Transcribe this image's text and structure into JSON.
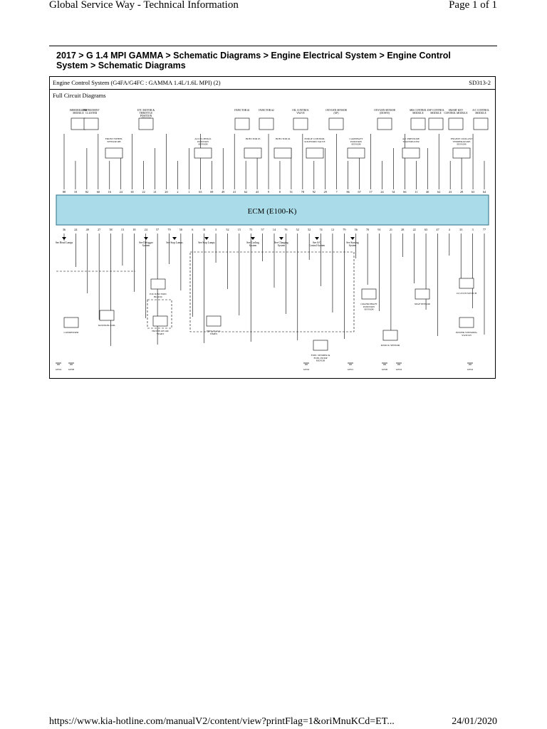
{
  "header": {
    "title": "Global Service Way - Technical Information",
    "page": "Page 1 of 1"
  },
  "breadcrumb": "2017 > G 1.4 MPI GAMMA > Schematic Diagrams > Engine Electrical System > Engine Control System > Schematic Diagrams",
  "sheet": {
    "title": "Engine Control System (G4FA/G4FC : GAMMA 1.4L/1.6L MPI) (2)",
    "code": "SD313-2",
    "subtitle": "Full Circuit Diagrams",
    "ecm_label": "ECM (E100-K)",
    "top_components": [
      "IMMOBILIZER MODULE",
      "INSTRUMENT CLUSTER",
      "ETC MOTOR & THROTTLE POSITION SENSOR",
      "INJECTOR #1",
      "INJECTOR #2",
      "OIL CONTROL VALVE",
      "OXYGEN SENSOR (UP)",
      "OXYGEN SENSOR (DOWN)",
      "ABS CONTROL MODULE",
      "ESP CONTROL MODULE",
      "SMART KEY CONTROL MODULE",
      "A/C CONTROL MODULE"
    ],
    "mid_components": [
      "FRONT WHEEL SENSOR RH",
      "ACCEL PEDAL POSITION SENSOR",
      "INJECTOR #3",
      "INJECTOR #4",
      "PURGE CONTROL SOLENOID VALVE",
      "CAMSHAFT POSITION SENSOR",
      "A/C PRESSURE TRANSDUCER",
      "ENGINE COOLANT TEMPERATURE SENSOR"
    ],
    "bottom_labels": [
      "See Head Lamps",
      "See Defogger System",
      "See Stop Lamps",
      "See Stop Lamps",
      "See Cooling System",
      "See Charging System",
      "See A/C Control System",
      "See Starting System"
    ],
    "bottom_components": [
      "IGNITION COIL",
      "CONDENSER",
      "E/R JUNCTION BLOCK",
      "HOT IN ON OR START",
      "HOT AT ALL TIMES",
      "FUEL SENDER & FUEL PUMP MOTOR",
      "CRANKSHAFT POSITION SENSOR",
      "KNOCK SENSOR",
      "MAP SENSOR",
      "CLUTCH SWITCH",
      "POWER STEERING SWITCH"
    ],
    "upper_pins": [
      "88",
      "10",
      "82",
      "60",
      "16",
      "24",
      "65",
      "22",
      "21",
      "20",
      "2",
      "1",
      "63",
      "69",
      "49",
      "41",
      "62",
      "43",
      "9",
      "8",
      "51",
      "78",
      "92",
      "29",
      "7",
      "86",
      "67",
      "17",
      "24",
      "34",
      "66",
      "11",
      "40",
      "62",
      "23",
      "29",
      "63",
      "64"
    ],
    "lower_pins": [
      "36",
      "24",
      "49",
      "27",
      "58",
      "13",
      "18",
      "24",
      "57",
      "79",
      "50",
      "6",
      "31",
      "3",
      "52",
      "15",
      "75",
      "57",
      "14",
      "76",
      "52",
      "52",
      "74",
      "12",
      "79",
      "56",
      "70",
      "91",
      "21",
      "28",
      "22",
      "63",
      "47",
      "4",
      "33",
      "3",
      "77"
    ],
    "ground_labels": [
      "GE04",
      "GE08",
      "GE04",
      "GE01",
      "GE06",
      "GE04",
      "GE04"
    ]
  },
  "footer": {
    "url": "https://www.kia-hotline.com/manualV2/content/view?printFlag=1&oriMnuKCd=ET...",
    "date": "24/01/2020"
  },
  "colors": {
    "ecm_fill": "#a9dce8",
    "ecm_border": "#2c6f86",
    "tag_fill": "#7fc6db",
    "ink": "#000000"
  }
}
